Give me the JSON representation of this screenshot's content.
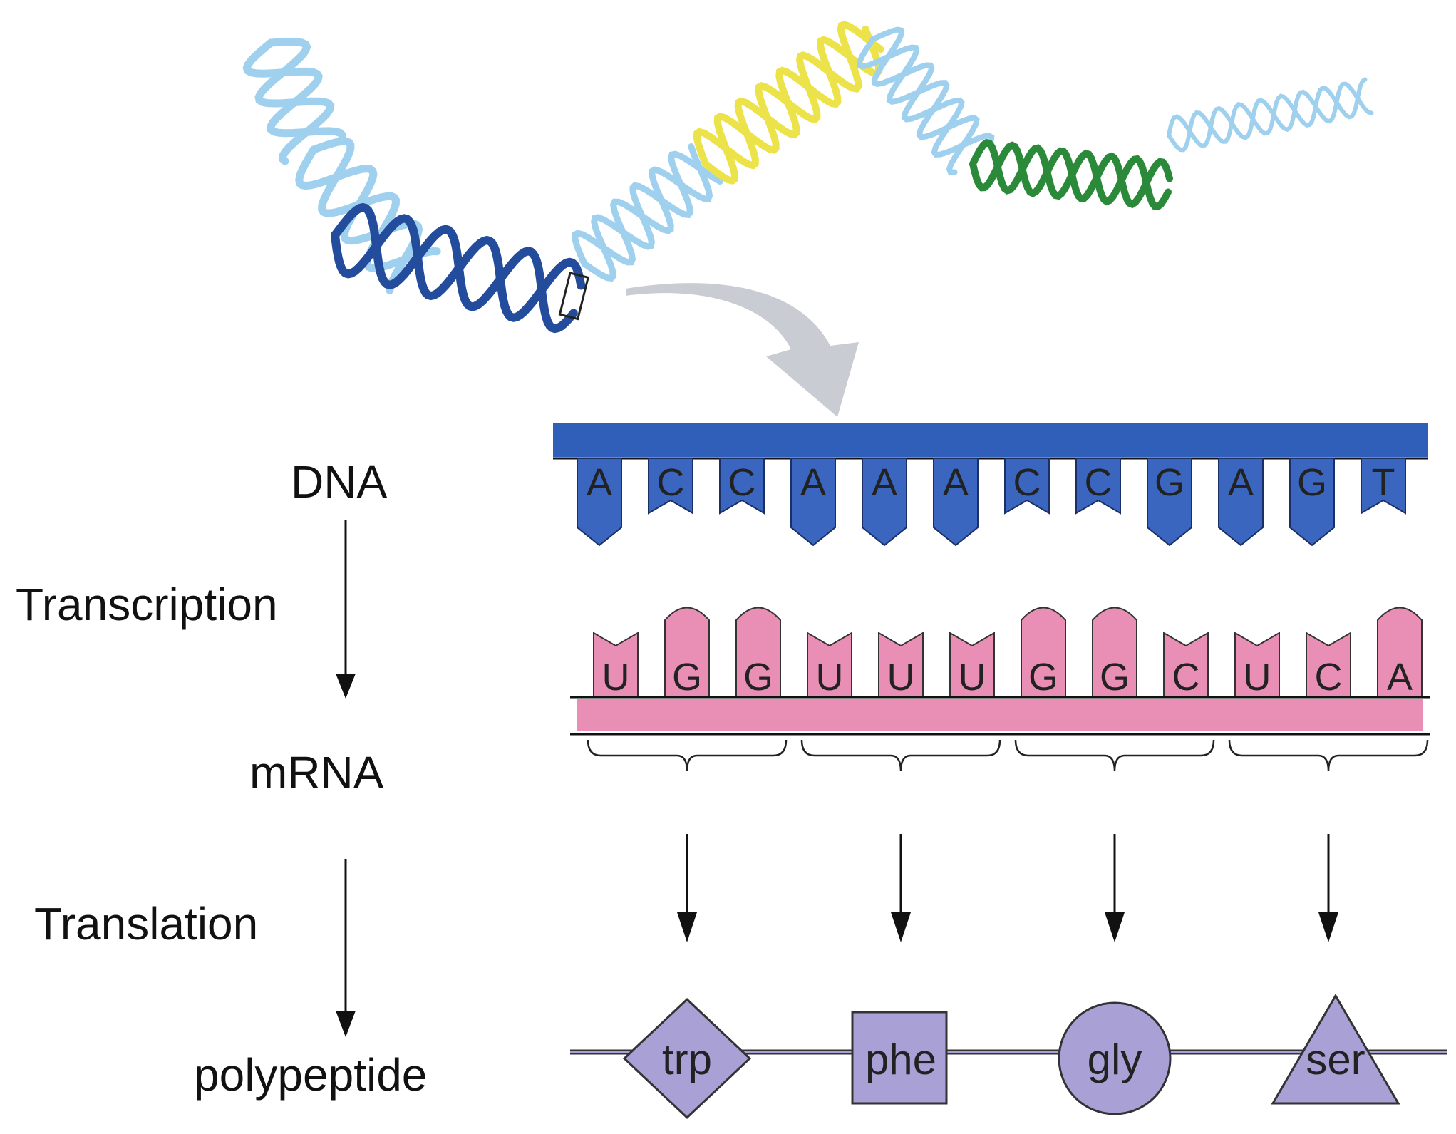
{
  "labels": {
    "dna": "DNA",
    "transcription": "Transcription",
    "mrna": "mRNA",
    "translation": "Translation",
    "polypeptide": "polypeptide"
  },
  "dna_bases": [
    "A",
    "C",
    "C",
    "A",
    "A",
    "A",
    "C",
    "C",
    "G",
    "A",
    "G",
    "T"
  ],
  "mrna_bases": [
    "U",
    "G",
    "G",
    "U",
    "U",
    "U",
    "G",
    "G",
    "C",
    "U",
    "C",
    "A"
  ],
  "amino_acids": [
    {
      "label": "trp",
      "shape": "diamond"
    },
    {
      "label": "phe",
      "shape": "square"
    },
    {
      "label": "gly",
      "shape": "circle"
    },
    {
      "label": "ser",
      "shape": "triangle"
    }
  ],
  "colors": {
    "dna_strand": "#2f5fb8",
    "dna_base_fill": "#3a66c0",
    "mrna": "#e98fb5",
    "amino_acid": "#a9a0d6",
    "helix_light": "#9fd0ee",
    "helix_dark_blue": "#234c9c",
    "helix_yellow": "#ece24a",
    "helix_green": "#2a8a3a",
    "zoom_arrow": "#c9cdd3"
  }
}
